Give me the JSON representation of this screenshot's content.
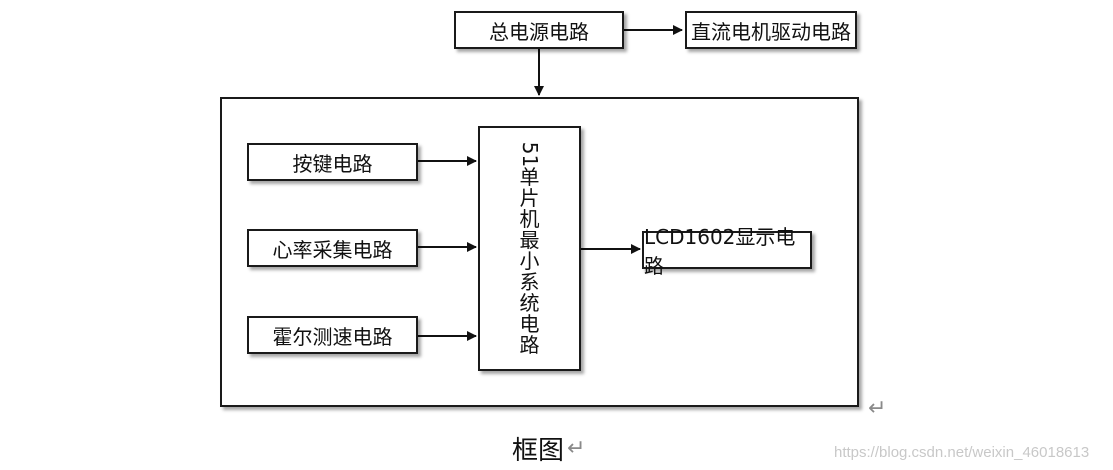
{
  "blocks": {
    "power": "总电源电路",
    "dc_motor": "直流电机驱动电路",
    "keys": "按键电路",
    "heart_rate": "心率采集电路",
    "hall": "霍尔测速电路",
    "mcu_prefix": "51",
    "mcu_chars": [
      "单",
      "片",
      "机",
      "最",
      "小",
      "系",
      "统",
      "电",
      "路"
    ],
    "lcd": "LCD1602显示电路"
  },
  "caption": "框图",
  "return_mark": "↵",
  "watermark": "https://blog.csdn.net/weixin_46018613"
}
